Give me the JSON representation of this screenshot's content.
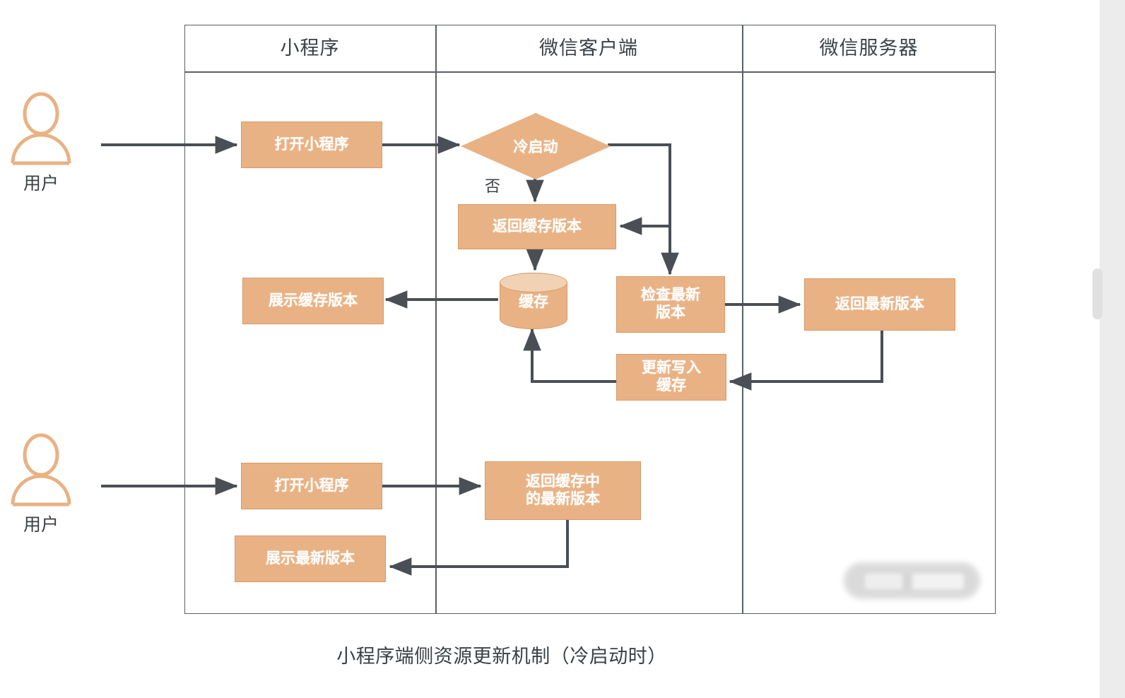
{
  "caption": "小程序端侧资源更新机制（冷启动时）",
  "lanes": [
    {
      "id": "miniprogram",
      "label": "小程序"
    },
    {
      "id": "wechat-client",
      "label": "微信客户端"
    },
    {
      "id": "wechat-server",
      "label": "微信服务器"
    }
  ],
  "actors": [
    {
      "id": "user-top",
      "label": "用户",
      "icon": "user-icon"
    },
    {
      "id": "user-bottom",
      "label": "用户",
      "icon": "user-icon"
    }
  ],
  "nodes": [
    {
      "id": "open-mp-1",
      "label": "打开小程序",
      "shape": "rect",
      "lane": "miniprogram"
    },
    {
      "id": "cold-start",
      "label": "冷启动",
      "shape": "diamond",
      "lane": "wechat-client"
    },
    {
      "id": "return-cached",
      "label": "返回缓存版本",
      "shape": "rect",
      "lane": "wechat-client"
    },
    {
      "id": "cache",
      "label": "缓存",
      "shape": "cylinder",
      "lane": "wechat-client"
    },
    {
      "id": "show-cached",
      "label": "展示缓存版本",
      "shape": "rect",
      "lane": "miniprogram"
    },
    {
      "id": "check-latest",
      "label": "检查最新\n版本",
      "shape": "rect",
      "lane": "wechat-client"
    },
    {
      "id": "return-latest",
      "label": "返回最新版本",
      "shape": "rect",
      "lane": "wechat-server"
    },
    {
      "id": "write-cache",
      "label": "更新写入\n缓存",
      "shape": "rect",
      "lane": "wechat-client"
    },
    {
      "id": "open-mp-2",
      "label": "打开小程序",
      "shape": "rect",
      "lane": "miniprogram"
    },
    {
      "id": "return-cached-latest",
      "label": "返回缓存中\n的最新版本",
      "shape": "rect",
      "lane": "wechat-client"
    },
    {
      "id": "show-latest",
      "label": "展示最新版本",
      "shape": "rect",
      "lane": "miniprogram"
    }
  ],
  "edge_labels": [
    {
      "id": "no-branch",
      "label": "否"
    }
  ],
  "colors": {
    "node_fill": "#e9b284",
    "node_border": "#d79a6a",
    "cylinder_top": "#f2d2b4",
    "node_text": "#ffffff",
    "connector": "#4a4f55",
    "frame": "#5a5f66",
    "actor": "#e9b284",
    "text": "#3c4043",
    "scrollbar_track": "#ececec",
    "scrollbar_thumb": "#e0e0e0"
  }
}
